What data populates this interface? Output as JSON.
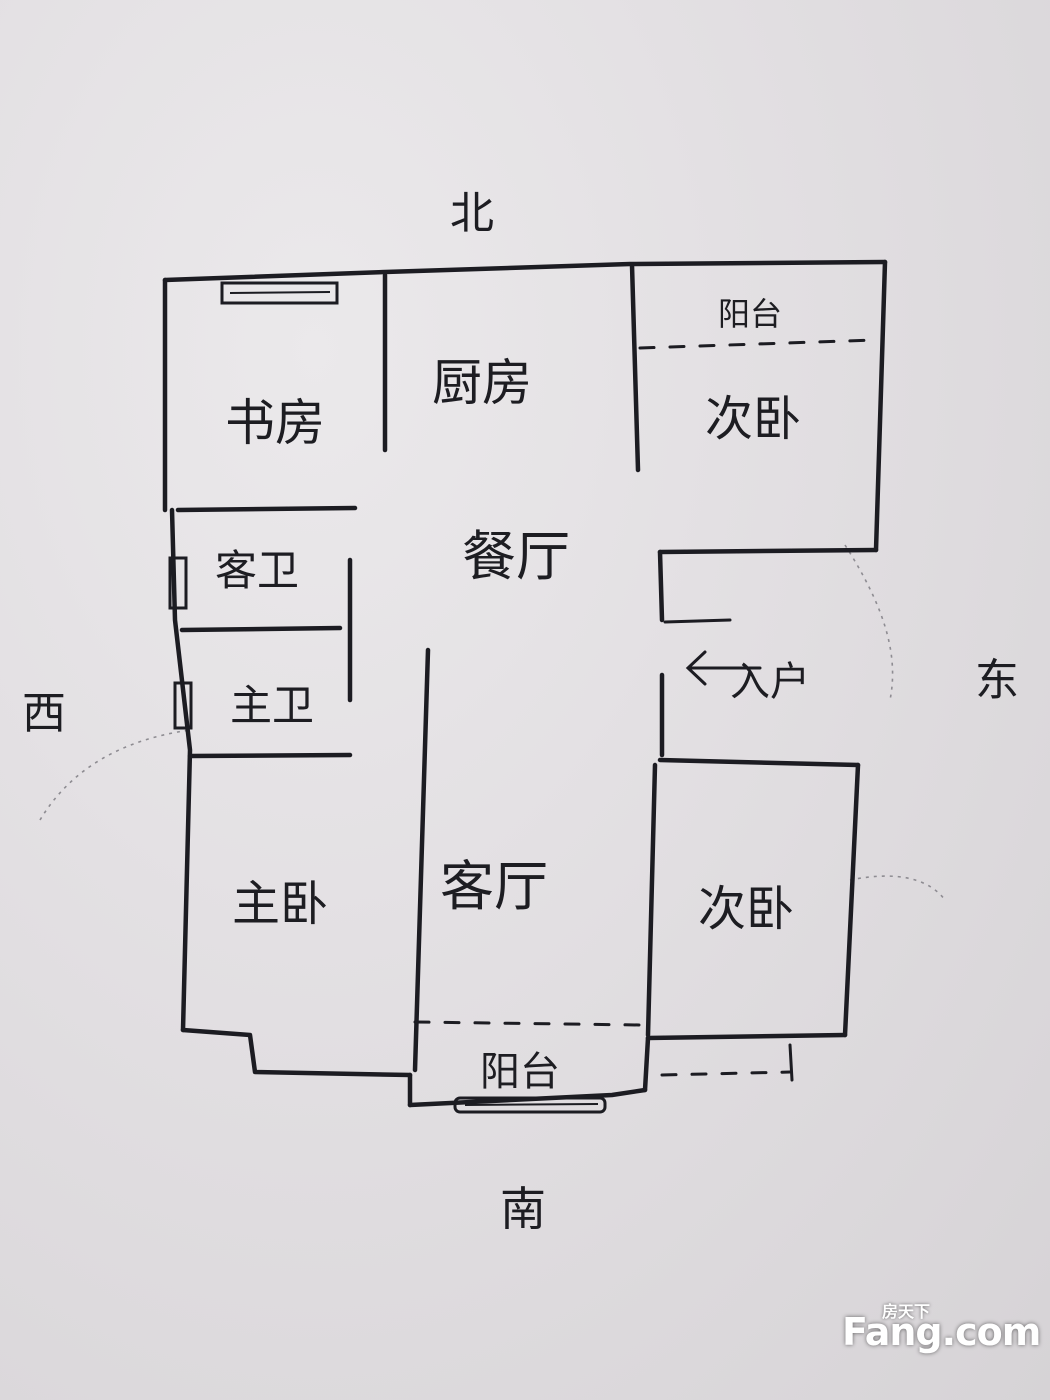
{
  "compass": {
    "north": "北",
    "south": "南",
    "east": "东",
    "west": "西"
  },
  "rooms": {
    "study": "书房",
    "kitchen": "厨房",
    "balcony_north": "阳台",
    "bedroom_ne": "次卧",
    "dining": "餐厅",
    "guest_bath": "客卫",
    "master_bath": "主卫",
    "entrance": "入户",
    "master_bedroom": "主卧",
    "living": "客厅",
    "bedroom_se": "次卧",
    "balcony_south": "阳台"
  },
  "watermark": {
    "cn": "房天下",
    "en": "Fang.com"
  }
}
